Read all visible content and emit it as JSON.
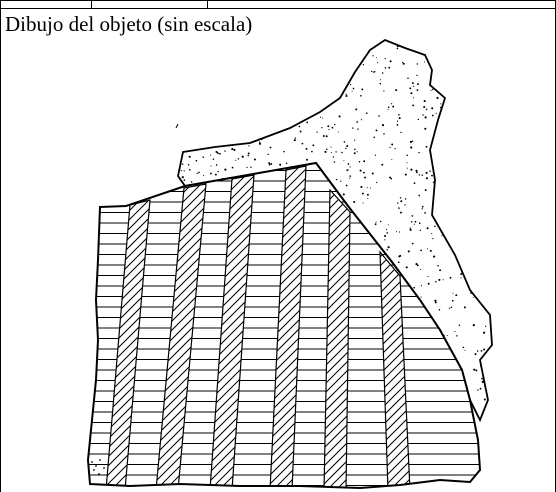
{
  "caption": "Dibujo del objeto (sin escala)",
  "drawing": {
    "subject": "fragment-sketch",
    "hatching": [
      "horizontal-lines",
      "diagonal-lines",
      "stipple"
    ],
    "ink_color": "#000000",
    "paper_color": "#ffffff"
  }
}
